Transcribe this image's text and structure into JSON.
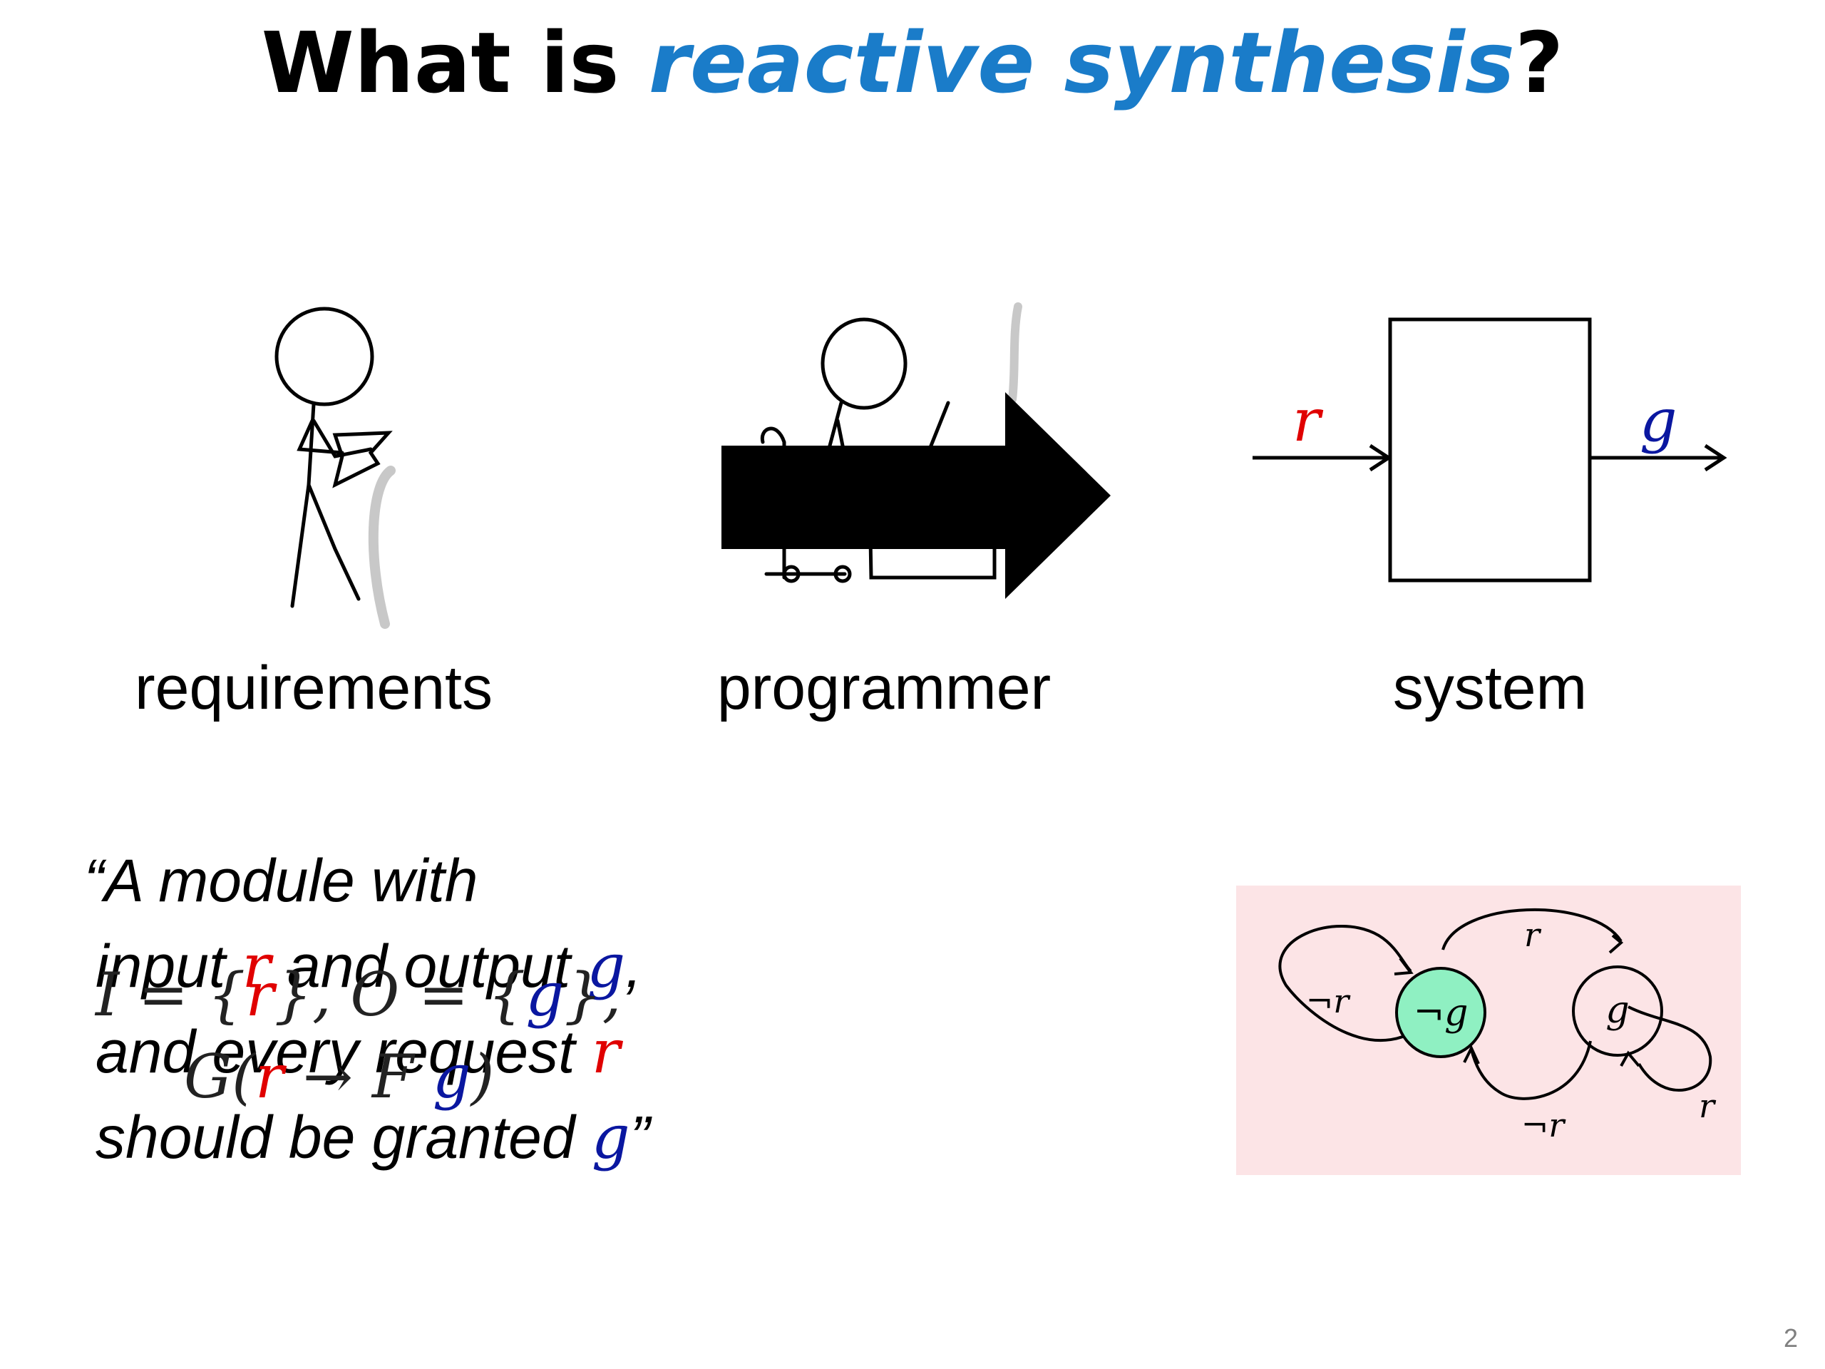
{
  "slide": {
    "title_prefix": "What is ",
    "title_keyword": "reactive synthesis",
    "title_suffix": "?",
    "page_number": "2"
  },
  "captions": {
    "requirements": "requirements",
    "programmer": "programmer",
    "system": "system"
  },
  "system_box": {
    "input_label": "r",
    "output_label": "g"
  },
  "quote": {
    "line1": "“A module with",
    "line2_a": "input ",
    "line2_r": "r",
    "line2_b": " and output ",
    "line2_g": "g",
    "line2_c": ",",
    "line3_a": "and every request ",
    "line3_r": "r",
    "line4_a": "should be granted ",
    "line4_g": "g",
    "line4_b": "”"
  },
  "formula": {
    "line1_a": "I = {",
    "line1_r": "r",
    "line1_b": "}, O = {",
    "line1_g": "g",
    "line1_c": "},",
    "line2_a": "G(",
    "line2_r": "r",
    "line2_b": " → F ",
    "line2_g": "g",
    "line2_c": ")"
  },
  "automaton": {
    "background": "#fce4e6",
    "initial_state_fill": "#8ff0c2",
    "states": [
      {
        "label": "¬g",
        "initial": true
      },
      {
        "label": "g",
        "initial": false
      }
    ],
    "edges": [
      {
        "from": "¬g",
        "to": "¬g",
        "label": "¬r"
      },
      {
        "from": "¬g",
        "to": "g",
        "label": "r"
      },
      {
        "from": "g",
        "to": "¬g",
        "label": "¬r"
      },
      {
        "from": "g",
        "to": "g",
        "label": "r"
      }
    ]
  },
  "colors": {
    "title_keyword": "#1a7cc9",
    "input_signal": "#e00000",
    "output_signal": "#0a17a0"
  }
}
